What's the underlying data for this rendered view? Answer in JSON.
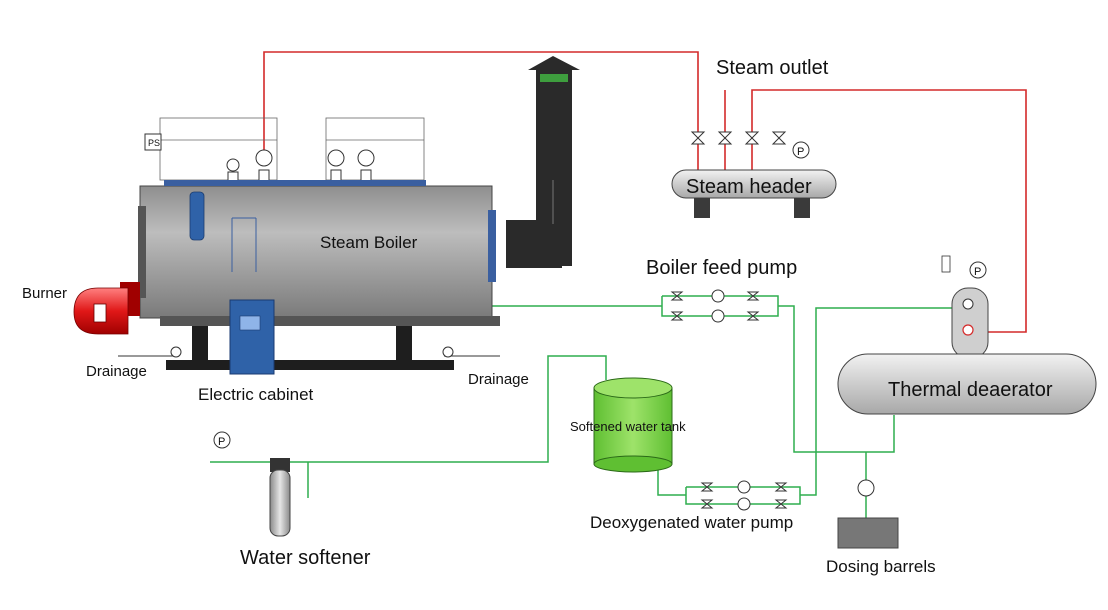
{
  "labels": {
    "steam_outlet": "Steam outlet",
    "steam_header": "Steam header",
    "steam_boiler": "Steam Boiler",
    "burner": "Burner",
    "drainage_left": "Drainage",
    "drainage_right": "Drainage",
    "electric_cabinet": "Electric cabinet",
    "boiler_feed_pump": "Boiler feed pump",
    "thermal_deaerator": "Thermal deaerator",
    "softened_water_tank": "Softened water tank",
    "deoxygenated_water_pump": "Deoxygenated water pump",
    "water_softener": "Water softener",
    "dosing_barrels": "Dosing barrels",
    "pressure_switch": "PS",
    "pressure_gauge": "P"
  },
  "colors": {
    "steam_line": "#d42a2a",
    "water_line": "#2fae4f",
    "boiler_body": "#9a9a9a",
    "chimney": "#2a2a2a",
    "cabinet": "#2f62a8",
    "burner": "#e02020",
    "tank": "#7fd24a",
    "deaerator": "#dcdcdc"
  }
}
